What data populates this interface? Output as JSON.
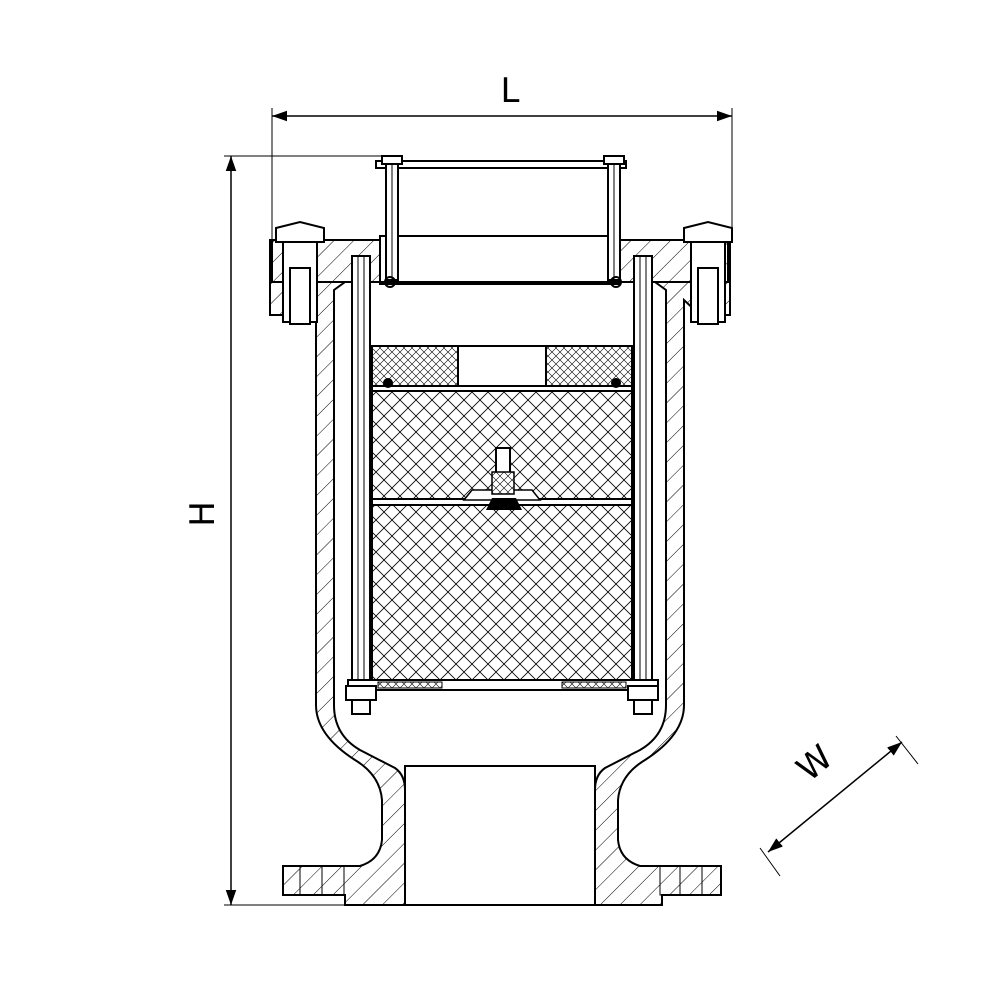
{
  "dimensions": {
    "length_label": "L",
    "height_label": "H",
    "width_label": "W"
  },
  "colors": {
    "line": "#000000",
    "background": "#ffffff"
  }
}
